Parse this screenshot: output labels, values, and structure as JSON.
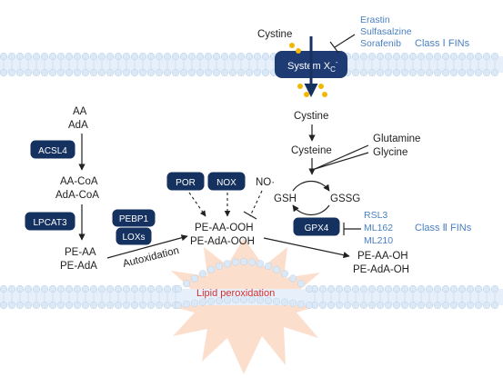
{
  "colors": {
    "enzyme_fill": "#15315f",
    "inhibitor_text": "#4a7fc1",
    "membrane": "#cfe1f3",
    "membrane_head": "#dbe9f7",
    "transporter": "#1f3b74",
    "burst": "#fbd8c4",
    "lipid_text": "#d2302d",
    "cystine_dot": "#f2b705"
  },
  "transporter": {
    "label": "System X",
    "sub": "C",
    "sup": "-"
  },
  "cystine_out": "Cystine",
  "cystine_in": "Cystine",
  "cysteine": "Cysteine",
  "glutamine": "Glutamine",
  "glycine": "Glycine",
  "gsh": "GSH",
  "gssg": "GSSG",
  "class1": {
    "inhibitors": [
      "Erastin",
      "Sulfasalzine",
      "Sorafenib"
    ],
    "label": "Class Ⅰ FINs"
  },
  "class2": {
    "inhibitors": [
      "RSL3",
      "ML162",
      "ML210"
    ],
    "label": "Class Ⅱ FINs"
  },
  "enzymes": {
    "acsl4": "ACSL4",
    "lpcat3": "LPCAT3",
    "pebp1": "PEBP1",
    "loxs": "LOXs",
    "por": "POR",
    "nox": "NOX",
    "gpx4": "GPX4"
  },
  "lipids": {
    "aa": "AA",
    "ada": "AdA",
    "aa_coa": "AA-CoA",
    "ada_coa": "AdA-CoA",
    "pe_aa": "PE-AA",
    "pe_ada": "PE-AdA",
    "pe_aa_ooh": "PE-AA-OOH",
    "pe_ada_ooh": "PE-AdA-OOH",
    "pe_aa_oh": "PE-AA-OH",
    "pe_ada_oh": "PE-AdA-OH"
  },
  "no_radical": "NO·",
  "autoxidation": "Autoxidation",
  "lipid_peroxidation": "Lipid peroxidation"
}
